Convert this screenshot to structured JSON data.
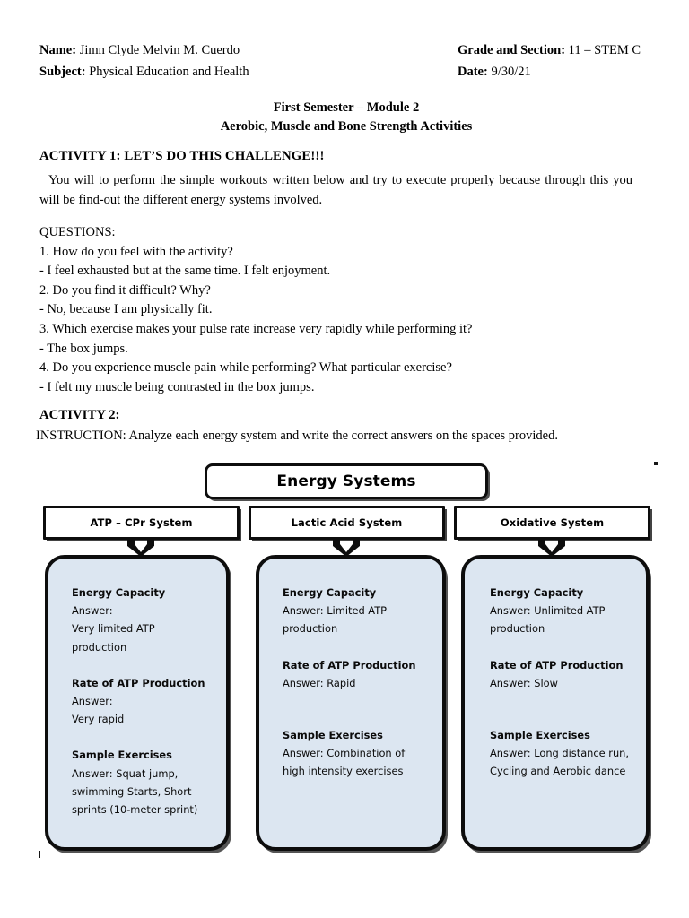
{
  "header": {
    "name_label": "Name:",
    "name_value": "Jimn Clyde Melvin M. Cuerdo",
    "subject_label": "Subject:",
    "subject_value": "Physical Education and Health",
    "grade_label": "Grade and Section:",
    "grade_value": "11 – STEM C",
    "date_label": "Date:",
    "date_value": "9/30/21"
  },
  "title": {
    "line1": "First Semester – Module 2",
    "line2": "Aerobic, Muscle and Bone Strength Activities"
  },
  "activity1": {
    "heading": "ACTIVITY 1: LET’S DO THIS CHALLENGE!!!",
    "paragraph": "You will to perform the simple workouts written below and try to execute properly because through this you will be find-out the different energy systems involved.",
    "questions_label": "QUESTIONS:",
    "items": [
      {
        "question": "1.  How do you feel with the activity?",
        "answer": "- I feel exhausted but at the same time. I felt enjoyment."
      },
      {
        "question": "2.  Do you find it difficult? Why?",
        "answer": "- No, because I am physically fit."
      },
      {
        "question": "3.  Which exercise makes your pulse rate increase very rapidly while performing it?",
        "answer": "- The box jumps."
      },
      {
        "question": "4.  Do you experience muscle pain while performing? What particular exercise?",
        "answer": "- I felt my muscle being contrasted in the box jumps."
      }
    ]
  },
  "activity2": {
    "heading": "ACTIVITY 2:",
    "instruction": "INSTRUCTION: Analyze each energy system and write the correct answers on the spaces provided."
  },
  "diagram": {
    "root_label": "Energy Systems",
    "card_fill_color": "#dce6f1",
    "border_color": "#0d0d0d",
    "columns": [
      {
        "system_label": "ATP – CPr System",
        "arrow_icon": "down-arrow-icon",
        "groups": [
          {
            "label": "Energy Capacity",
            "answer": "Answer:",
            "answer2": "Very limited ATP",
            "answer3": "production"
          },
          {
            "label": "Rate of ATP Production",
            "answer": "Answer:",
            "answer2": "Very rapid",
            "answer3": ""
          },
          {
            "label": "Sample Exercises",
            "answer": "Answer: Squat jump,",
            "answer2": "swimming Starts, Short",
            "answer3": "sprints (10-meter sprint)"
          }
        ]
      },
      {
        "system_label": "Lactic Acid System",
        "arrow_icon": "down-arrow-icon",
        "groups": [
          {
            "label": "Energy Capacity",
            "answer": "Answer: Limited ATP",
            "answer2": "production",
            "answer3": ""
          },
          {
            "label": "Rate of ATP Production",
            "answer": "Answer: Rapid",
            "answer2": "",
            "answer3": ""
          },
          {
            "label": "Sample Exercises",
            "answer": "Answer: Combination of",
            "answer2": "high intensity exercises",
            "answer3": ""
          }
        ]
      },
      {
        "system_label": "Oxidative System",
        "arrow_icon": "down-arrow-icon",
        "groups": [
          {
            "label": "Energy Capacity",
            "answer": "Answer: Unlimited ATP",
            "answer2": "production",
            "answer3": ""
          },
          {
            "label": "Rate of ATP Production",
            "answer": "Answer: Slow",
            "answer2": "",
            "answer3": ""
          },
          {
            "label": "Sample Exercises",
            "answer": "Answer: Long distance run,",
            "answer2": "Cycling and Aerobic dance",
            "answer3": ""
          }
        ]
      }
    ]
  }
}
